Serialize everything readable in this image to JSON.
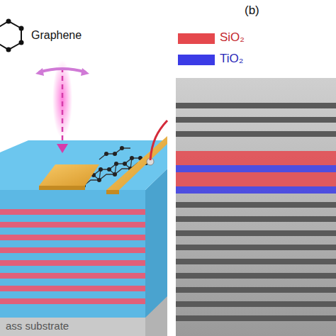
{
  "diagram": {
    "labels": [
      "Graphene",
      "(b)",
      "ass substrate"
    ],
    "legend": [
      {
        "text": "SiO₂",
        "color": "#e5484d"
      },
      {
        "text": "TiO₂",
        "color": "#3b3be6"
      }
    ]
  }
}
